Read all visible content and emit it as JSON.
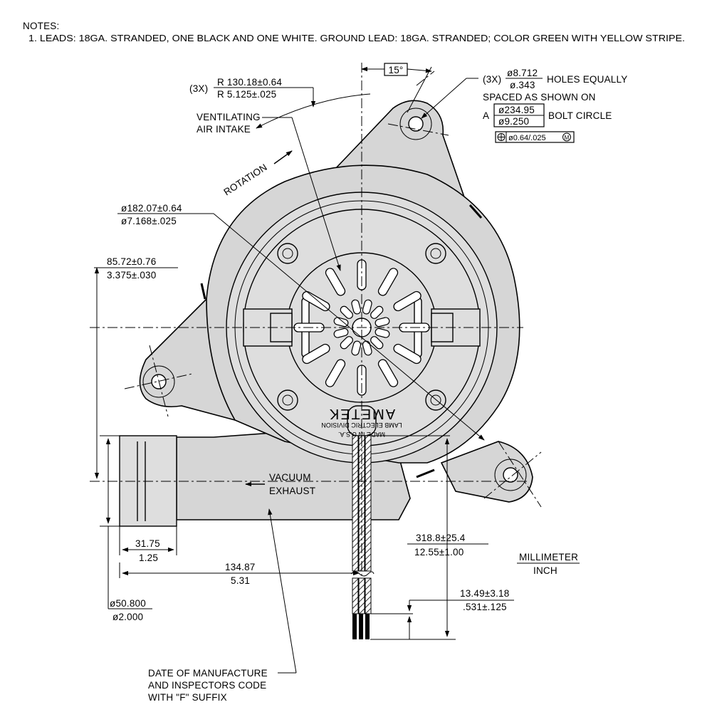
{
  "notes": {
    "title": "NOTES:",
    "line1": "1. LEADS: 18GA. STRANDED, ONE BLACK AND ONE WHITE. GROUND LEAD: 18GA. STRANDED; COLOR GREEN WITH YELLOW STRIPE."
  },
  "dims": {
    "angle": "15°",
    "radius_prefix": "(3X)",
    "radius_mm": "R 130.18±0.64",
    "radius_in": "R 5.125±.025",
    "holes_prefix": "(3X)",
    "hole_mm": "ø8.712",
    "hole_in": "ø.343",
    "holes_text1": "HOLES EQUALLY",
    "holes_text2": "SPACED AS SHOWN ON",
    "bolt_prefix": "A",
    "bolt_mm": "ø234.95",
    "bolt_in": "ø9.250",
    "bolt_text": "BOLT CIRCLE",
    "tolerance": "ø0.64/.025",
    "tolerance_mod": "M",
    "dia_mm": "ø182.07±0.64",
    "dia_in": "ø7.168±.025",
    "offset_mm": "85.72±0.76",
    "offset_in": "3.375±.030",
    "flange_mm": "31.75",
    "flange_in": "1.25",
    "exhaust_dia_mm": "ø50.800",
    "exhaust_dia_in": "ø2.000",
    "lead_pos_mm": "134.87",
    "lead_pos_in": "5.31",
    "lead_len_mm": "318.8±25.4",
    "lead_len_in": "12.55±1.00",
    "strip_mm": "13.49±3.18",
    "strip_in": ".531±.125"
  },
  "labels": {
    "ventilating1": "VENTILATING",
    "ventilating2": "AIR INTAKE",
    "rotation": "ROTATION",
    "vacuum1": "VACUUM",
    "vacuum2": "EXHAUST",
    "units_mm": "MILLIMETER",
    "units_in": "INCH",
    "date1": "DATE OF MANUFACTURE",
    "date2": "AND INSPECTORS CODE",
    "date3": "WITH \"F\" SUFFIX"
  },
  "nameplate": {
    "brand": "AMETEK",
    "division": "LAMB ELECTRIC DIVISION",
    "origin": "MADE IN U.S.A."
  }
}
